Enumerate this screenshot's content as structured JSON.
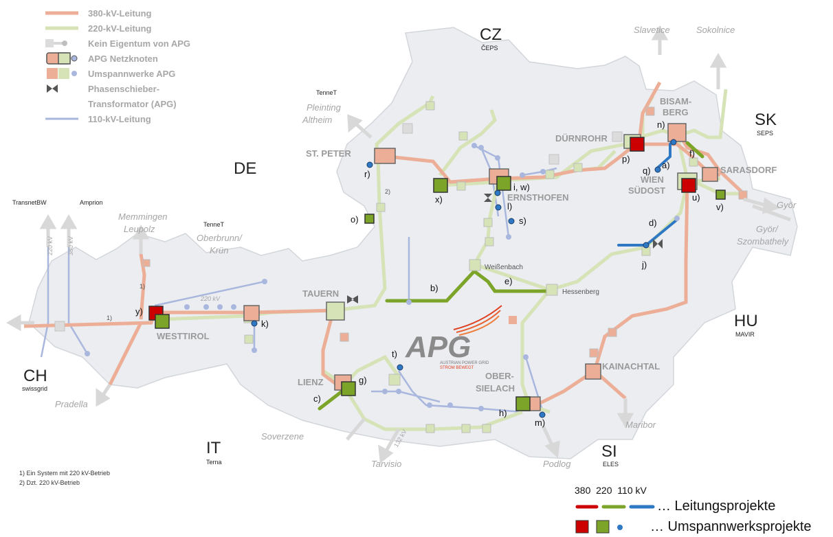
{
  "legend": [
    {
      "label": "380-kV-Leitung",
      "symbol": "line-380"
    },
    {
      "label": "220-kV-Leitung",
      "symbol": "line-220"
    },
    {
      "label": "Kein Eigentum von APG",
      "symbol": "no-ownership"
    },
    {
      "label": "APG Netzknoten",
      "symbol": "grid-node"
    },
    {
      "label": "Umspannwerke APG",
      "symbol": "substation"
    },
    {
      "label": "Phasenschieber-",
      "symbol": "phase-shifter"
    },
    {
      "label": "Transformator (APG)",
      "symbol": "none"
    },
    {
      "label": "110-kV-Leitung",
      "symbol": "line-110"
    }
  ],
  "countries": {
    "cz": "CZ",
    "cz_tso": "ČEPS",
    "de": "DE",
    "sk": "SK",
    "sk_tso": "SEPS",
    "hu": "HU",
    "hu_tso": "MAVIR",
    "si": "SI",
    "si_tso": "ELES",
    "it": "IT",
    "it_tso": "Terna",
    "ch": "CH",
    "ch_tso": "swissgrid"
  },
  "tsos": {
    "tennet_north": "TenneT",
    "tennet_west": "TenneT",
    "transnetbw": "TransnetBW",
    "amprion": "Amprion"
  },
  "foreign_nodes": {
    "slavetice": "Slavetice",
    "sokolnice": "Sokolnice",
    "pleinting": "Pleinting",
    "altheim": "Altheim",
    "memmingen": "Memmingen",
    "leupolz": "Leupolz",
    "oberbrunn": "Oberbrunn/",
    "kruen": "Krün",
    "pradella": "Pradella",
    "soverzene": "Soverzene",
    "tarvisio": "Tarvisio",
    "podlog": "Podlog",
    "maribor": "Maribor",
    "gyoer": "Györ",
    "gyoer2": "Györ/",
    "szombathely": "Szombathely"
  },
  "stations": {
    "st_peter": "ST. PETER",
    "duernrohr": "DÜRNROHR",
    "bisam1": "BISAM-",
    "bisam2": "BERG",
    "sarasdorf": "SARASDORF",
    "wien1": "WIEN",
    "wien2": "SÜDOST",
    "ernsthofen": "ERNSTHOFEN",
    "tauern": "TAUERN",
    "westtirol": "WESTTIROL",
    "lienz": "LIENZ",
    "obersielach1": "OBER-",
    "obersielach2": "SIELACH",
    "kainachtal": "KAINACHTAL",
    "weissenbach": "Weißenbach",
    "hessenberg": "Hessenberg"
  },
  "line_labels": {
    "kv220": "220 kV",
    "kv380": "380 kV",
    "kv132": "132 kV",
    "fn1": "1)",
    "fn1b": "1)",
    "fn2": "2)"
  },
  "projects": {
    "a": "a)",
    "b": "b)",
    "c": "c)",
    "d": "d)",
    "e": "e)",
    "f": "f)",
    "g": "g)",
    "h": "h)",
    "iw": "i, w)",
    "j": "j)",
    "k": "k)",
    "l": "l)",
    "m": "m)",
    "n": "n)",
    "o": "o)",
    "p": "p)",
    "q": "q)",
    "r": "r)",
    "s": "s)",
    "t": "t)",
    "u": "u)",
    "v": "v)",
    "x": "x)",
    "y": "y)"
  },
  "logo": {
    "text": "APG",
    "sub1": "AUSTRIAN POWER GRID",
    "sub2": "STROM BEWEGT"
  },
  "notes": [
    "1) Ein System mit 220 kV-Betrieb",
    "2) Dzt. 220 kV-Betrieb"
  ],
  "bottom_legend": {
    "kv380": "380",
    "kv220": "220",
    "kv110": "110 kV",
    "line_projects": "… Leitungsprojekte",
    "substation_projects": "… Umspannwerksprojekte"
  },
  "colors": {
    "line_380": "#ecae96",
    "line_220": "#d5e3b7",
    "line_110": "#a9b7de",
    "project_380": "#cc0000",
    "project_220": "#7ba428",
    "project_110": "#2f78c4",
    "region": "#ebedf1",
    "border": "#d2d5da"
  }
}
